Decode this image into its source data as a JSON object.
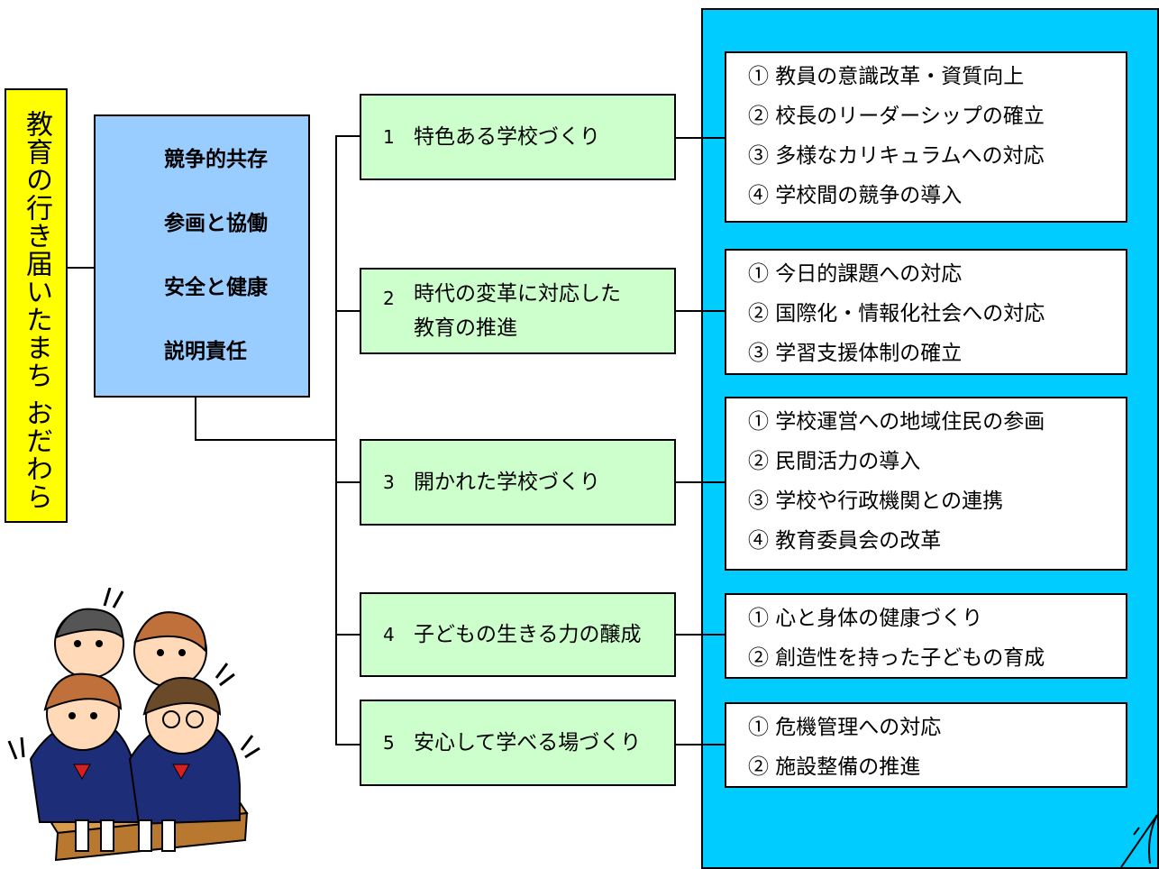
{
  "title": "教育の行き届いたまち おだわら",
  "principles": [
    "競争的共存",
    "参画と協働",
    "安全と健康",
    "説明責任"
  ],
  "goals": [
    {
      "number": "1",
      "label": "特色ある学校づくり",
      "items": [
        "① 教員の意識改革・資質向上",
        "② 校長のリーダーシップの確立",
        "③ 多様なカリキュラムへの対応",
        "④ 学校間の競争の導入"
      ]
    },
    {
      "number": "2",
      "label": "時代の変革に対応した\n教育の推進",
      "items": [
        "① 今日的課題への対応",
        "② 国際化・情報化社会への対応",
        "③ 学習支援体制の確立"
      ]
    },
    {
      "number": "3",
      "label": "開かれた学校づくり",
      "items": [
        "① 学校運営への地域住民の参画",
        "② 民間活力の導入",
        "③ 学校や行政機関との連携",
        "④ 教育委員会の改革"
      ]
    },
    {
      "number": "4",
      "label": "子どもの生きる力の醸成",
      "items": [
        "①  心と身体の健康づくり",
        "②  創造性を持った子どもの育成"
      ]
    },
    {
      "number": "5",
      "label": "安心して学べる場づくり",
      "items": [
        "① 危機管理への対応",
        "② 施設整備の推進"
      ]
    }
  ],
  "colors": {
    "title_bg": "#ffff00",
    "principles_bg": "#99ccff",
    "goal_bg": "#ccffcc",
    "panel_bg": "#00ccff"
  }
}
